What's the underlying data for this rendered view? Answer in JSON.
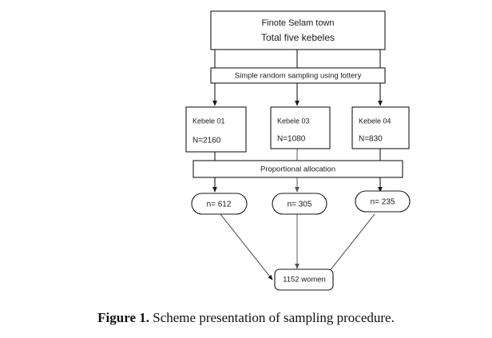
{
  "figure": {
    "caption_label": "Figure 1.",
    "caption_text": " Scheme presentation of sampling procedure."
  },
  "colors": {
    "stroke_dark": "#1a1a1a",
    "stroke_gray": "#8a8a8a",
    "background": "#ffffff",
    "text": "#1a1a1a"
  },
  "chart_data": {
    "type": "diagram",
    "title": "Scheme presentation of sampling procedure",
    "nodes": [
      {
        "id": "source",
        "shape": "rectangle",
        "line1": "Finote Selam town",
        "line2": "Total five kebeles"
      },
      {
        "id": "sampling-method",
        "shape": "rectangle",
        "label": "Simple random sampling using lottery"
      },
      {
        "id": "kebele-01",
        "shape": "rectangle",
        "label": "Kebele 01",
        "population": "N=2160"
      },
      {
        "id": "kebele-03",
        "shape": "rectangle",
        "label": "Kebele 03",
        "population": "N=1080"
      },
      {
        "id": "kebele-04",
        "shape": "rectangle",
        "label": "Kebele 04",
        "population": "N=830"
      },
      {
        "id": "allocation",
        "shape": "rectangle",
        "label": "Proportional allocation"
      },
      {
        "id": "sample-01",
        "shape": "stadium",
        "label": "n= 612"
      },
      {
        "id": "sample-03",
        "shape": "stadium",
        "label": "n= 305"
      },
      {
        "id": "sample-04",
        "shape": "stadium",
        "label": "n= 235"
      },
      {
        "id": "total",
        "shape": "rounded-rectangle",
        "label": "1152 women"
      }
    ],
    "edges": [
      {
        "from": "source",
        "to": "kebele-01",
        "arrow": true
      },
      {
        "from": "source",
        "to": "kebele-03",
        "arrow": true
      },
      {
        "from": "source",
        "to": "kebele-04",
        "arrow": true
      },
      {
        "from": "kebele-01",
        "to": "allocation",
        "arrow": false
      },
      {
        "from": "kebele-03",
        "to": "allocation",
        "arrow": false
      },
      {
        "from": "kebele-04",
        "to": "allocation",
        "arrow": false
      },
      {
        "from": "allocation",
        "to": "sample-01",
        "arrow": true
      },
      {
        "from": "allocation",
        "to": "sample-03",
        "arrow": true
      },
      {
        "from": "allocation",
        "to": "sample-04",
        "arrow": true
      },
      {
        "from": "sample-01",
        "to": "total",
        "arrow": true
      },
      {
        "from": "sample-03",
        "to": "total",
        "arrow": true
      },
      {
        "from": "sample-04",
        "to": "total",
        "arrow": true
      }
    ]
  },
  "diagram": {
    "source_line1": "Finote Selam town",
    "source_line2": "Total five kebeles",
    "sampling_method": "Simple random sampling using lottery",
    "kebele_01_label": "Kebele 01",
    "kebele_01_n": "N=2160",
    "kebele_03_label": "Kebele 03",
    "kebele_03_n": "N=1080",
    "kebele_04_label": "Kebele 04",
    "kebele_04_n": "N=830",
    "allocation": "Proportional allocation",
    "sample_01": "n= 612",
    "sample_03": "n= 305",
    "sample_04": "n= 235",
    "total": "1152 women"
  }
}
